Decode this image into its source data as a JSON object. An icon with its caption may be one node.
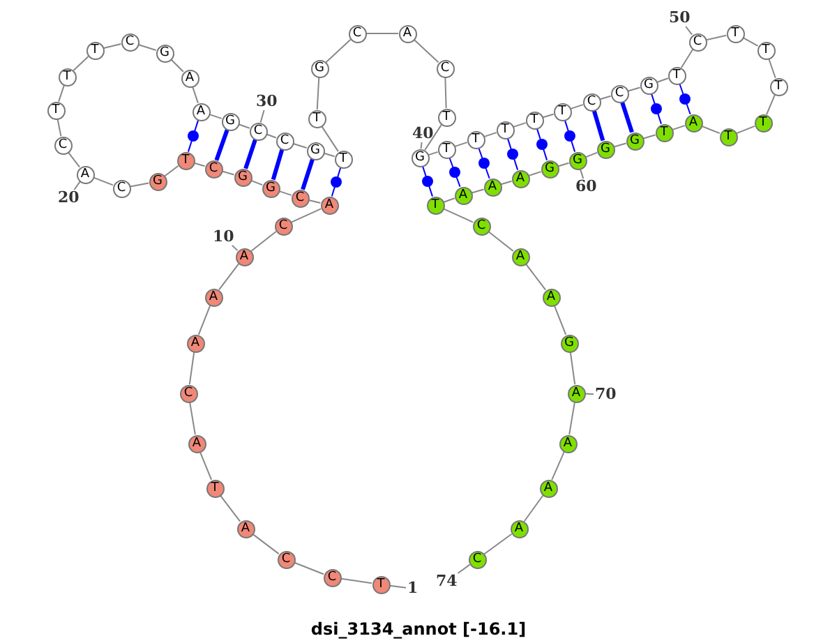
{
  "diagram": {
    "title": "dsi_3134_annot [-16.1]",
    "nodes": [
      {
        "text": [
          "T"
        ]
      },
      {
        "text": [
          "C"
        ]
      },
      {
        "text": [
          "C"
        ]
      },
      {
        "text": [
          "A"
        ]
      },
      {
        "text": [
          "T"
        ]
      },
      {
        "text": [
          "A"
        ]
      },
      {
        "text": [
          "C"
        ]
      },
      {
        "text": [
          "A"
        ]
      },
      {
        "text": [
          "A"
        ]
      },
      {
        "text": [
          "A"
        ]
      },
      {
        "text": [
          "C"
        ]
      },
      {
        "text": [
          "A"
        ]
      },
      {
        "text": [
          "C"
        ]
      },
      {
        "text": [
          "G"
        ]
      },
      {
        "text": [
          "G"
        ]
      },
      {
        "text": [
          "C"
        ]
      },
      {
        "text": [
          "T"
        ]
      },
      {
        "text": [
          "G"
        ]
      },
      {
        "text": [
          "C"
        ]
      },
      {
        "text": [
          "A"
        ]
      },
      {
        "text": [
          "C"
        ]
      },
      {
        "text": [
          "T"
        ]
      },
      {
        "text": [
          "T"
        ]
      },
      {
        "text": [
          "T"
        ]
      },
      {
        "text": [
          "C"
        ]
      },
      {
        "text": [
          "G"
        ]
      },
      {
        "text": [
          "A"
        ]
      },
      {
        "text": [
          "A"
        ]
      },
      {
        "text": [
          "G"
        ]
      },
      {
        "text": [
          "C"
        ]
      },
      {
        "text": [
          "C"
        ]
      },
      {
        "text": [
          "G"
        ]
      },
      {
        "text": [
          "T"
        ]
      },
      {
        "text": [
          "T"
        ]
      },
      {
        "text": [
          "G"
        ]
      },
      {
        "text": [
          "C"
        ]
      },
      {
        "text": [
          "A"
        ]
      },
      {
        "text": [
          "C"
        ]
      },
      {
        "text": [
          "T"
        ]
      },
      {
        "text": [
          "G"
        ]
      },
      {
        "text": [
          "T"
        ]
      },
      {
        "text": [
          "T"
        ]
      },
      {
        "text": [
          "T"
        ]
      },
      {
        "text": [
          "T"
        ]
      },
      {
        "text": [
          "T"
        ]
      },
      {
        "text": [
          "C"
        ]
      },
      {
        "text": [
          "C"
        ]
      },
      {
        "text": [
          "G"
        ]
      },
      {
        "text": [
          "T"
        ]
      },
      {
        "text": [
          "C"
        ]
      },
      {
        "text": [
          "T"
        ]
      },
      {
        "text": [
          "T"
        ]
      },
      {
        "text": [
          "T"
        ]
      },
      {
        "text": [
          "T"
        ]
      },
      {
        "text": [
          "T"
        ]
      },
      {
        "text": [
          "A"
        ]
      },
      {
        "text": [
          "T"
        ]
      },
      {
        "text": [
          "G"
        ]
      },
      {
        "text": [
          "G"
        ]
      },
      {
        "text": [
          "G"
        ]
      },
      {
        "text": [
          "G"
        ]
      },
      {
        "text": [
          "A"
        ]
      },
      {
        "text": [
          "A"
        ]
      },
      {
        "text": [
          "A"
        ]
      },
      {
        "text": [
          "T"
        ]
      },
      {
        "text": [
          "C"
        ]
      },
      {
        "text": [
          "A"
        ]
      },
      {
        "text": [
          "A"
        ]
      },
      {
        "text": [
          "G"
        ]
      },
      {
        "text": [
          "A"
        ]
      },
      {
        "text": [
          "A"
        ]
      },
      {
        "text": [
          "A"
        ]
      },
      {
        "text": [
          "A"
        ]
      },
      {
        "text": [
          "C"
        ]
      },
      {
        "text": [
          "1"
        ]
      },
      {
        "text": [
          "10"
        ]
      },
      {
        "text": [
          "20"
        ]
      },
      {
        "text": [
          "30"
        ]
      },
      {
        "text": [
          "40"
        ]
      },
      {
        "text": [
          "50"
        ]
      },
      {
        "text": [
          "60"
        ]
      },
      {
        "text": [
          "70"
        ]
      },
      {
        "text": [
          "74"
        ]
      }
    ],
    "edges": [
      {
        "from": 0,
        "to": 1,
        "arrow": "none"
      },
      {
        "from": 1,
        "to": 2,
        "arrow": "none"
      },
      {
        "from": 2,
        "to": 3,
        "arrow": "none"
      },
      {
        "from": 3,
        "to": 4,
        "arrow": "none"
      },
      {
        "from": 4,
        "to": 5,
        "arrow": "none"
      },
      {
        "from": 5,
        "to": 6,
        "arrow": "none"
      },
      {
        "from": 6,
        "to": 7,
        "arrow": "none"
      },
      {
        "from": 7,
        "to": 8,
        "arrow": "none"
      },
      {
        "from": 8,
        "to": 9,
        "arrow": "none"
      },
      {
        "from": 9,
        "to": 10,
        "arrow": "none"
      },
      {
        "from": 10,
        "to": 11,
        "arrow": "none"
      },
      {
        "from": 11,
        "to": 12,
        "arrow": "none"
      },
      {
        "from": 12,
        "to": 13,
        "arrow": "none"
      },
      {
        "from": 13,
        "to": 14,
        "arrow": "none"
      },
      {
        "from": 14,
        "to": 15,
        "arrow": "none"
      },
      {
        "from": 15,
        "to": 16,
        "arrow": "none"
      },
      {
        "from": 16,
        "to": 17,
        "arrow": "none"
      },
      {
        "from": 17,
        "to": 18,
        "arrow": "none"
      },
      {
        "from": 18,
        "to": 19,
        "arrow": "none"
      },
      {
        "from": 19,
        "to": 20,
        "arrow": "none"
      },
      {
        "from": 20,
        "to": 21,
        "arrow": "none"
      },
      {
        "from": 21,
        "to": 22,
        "arrow": "none"
      },
      {
        "from": 22,
        "to": 23,
        "arrow": "none"
      },
      {
        "from": 23,
        "to": 24,
        "arrow": "none"
      },
      {
        "from": 24,
        "to": 25,
        "arrow": "none"
      },
      {
        "from": 25,
        "to": 26,
        "arrow": "none"
      },
      {
        "from": 26,
        "to": 27,
        "arrow": "none"
      },
      {
        "from": 27,
        "to": 28,
        "arrow": "none"
      },
      {
        "from": 28,
        "to": 29,
        "arrow": "none"
      },
      {
        "from": 29,
        "to": 30,
        "arrow": "none"
      },
      {
        "from": 30,
        "to": 31,
        "arrow": "none"
      },
      {
        "from": 31,
        "to": 32,
        "arrow": "none"
      },
      {
        "from": 32,
        "to": 33,
        "arrow": "none"
      },
      {
        "from": 33,
        "to": 34,
        "arrow": "none"
      },
      {
        "from": 34,
        "to": 35,
        "arrow": "none"
      },
      {
        "from": 35,
        "to": 36,
        "arrow": "none"
      },
      {
        "from": 36,
        "to": 37,
        "arrow": "none"
      },
      {
        "from": 37,
        "to": 38,
        "arrow": "none"
      },
      {
        "from": 38,
        "to": 39,
        "arrow": "none"
      },
      {
        "from": 39,
        "to": 40,
        "arrow": "none"
      },
      {
        "from": 40,
        "to": 41,
        "arrow": "none"
      },
      {
        "from": 41,
        "to": 42,
        "arrow": "none"
      },
      {
        "from": 42,
        "to": 43,
        "arrow": "none"
      },
      {
        "from": 43,
        "to": 44,
        "arrow": "none"
      },
      {
        "from": 44,
        "to": 45,
        "arrow": "none"
      },
      {
        "from": 45,
        "to": 46,
        "arrow": "none"
      },
      {
        "from": 46,
        "to": 47,
        "arrow": "none"
      },
      {
        "from": 47,
        "to": 48,
        "arrow": "none"
      },
      {
        "from": 48,
        "to": 49,
        "arrow": "none"
      },
      {
        "from": 49,
        "to": 50,
        "arrow": "none"
      },
      {
        "from": 50,
        "to": 51,
        "arrow": "none"
      },
      {
        "from": 51,
        "to": 52,
        "arrow": "none"
      },
      {
        "from": 52,
        "to": 53,
        "arrow": "none"
      },
      {
        "from": 53,
        "to": 54,
        "arrow": "none"
      },
      {
        "from": 54,
        "to": 55,
        "arrow": "none"
      },
      {
        "from": 55,
        "to": 56,
        "arrow": "none"
      },
      {
        "from": 56,
        "to": 57,
        "arrow": "none"
      },
      {
        "from": 57,
        "to": 58,
        "arrow": "none"
      },
      {
        "from": 58,
        "to": 59,
        "arrow": "none"
      },
      {
        "from": 59,
        "to": 60,
        "arrow": "none"
      },
      {
        "from": 60,
        "to": 61,
        "arrow": "none"
      },
      {
        "from": 61,
        "to": 62,
        "arrow": "none"
      },
      {
        "from": 62,
        "to": 63,
        "arrow": "none"
      },
      {
        "from": 63,
        "to": 64,
        "arrow": "none"
      },
      {
        "from": 64,
        "to": 65,
        "arrow": "none"
      },
      {
        "from": 65,
        "to": 66,
        "arrow": "none"
      },
      {
        "from": 66,
        "to": 67,
        "arrow": "none"
      },
      {
        "from": 67,
        "to": 68,
        "arrow": "none"
      },
      {
        "from": 68,
        "to": 69,
        "arrow": "none"
      },
      {
        "from": 69,
        "to": 70,
        "arrow": "none"
      },
      {
        "from": 70,
        "to": 71,
        "arrow": "none"
      },
      {
        "from": 71,
        "to": 72,
        "arrow": "none"
      },
      {
        "from": 72,
        "to": 73,
        "arrow": "none"
      },
      {
        "from": 16,
        "to": 27,
        "arrow": "none",
        "color": "#0000ff"
      },
      {
        "from": 15,
        "to": 28,
        "arrow": "none",
        "style": "thick",
        "color": "#0000ff"
      },
      {
        "from": 14,
        "to": 29,
        "arrow": "none",
        "style": "thick",
        "color": "#0000ff"
      },
      {
        "from": 13,
        "to": 30,
        "arrow": "none",
        "style": "thick",
        "color": "#0000ff"
      },
      {
        "from": 12,
        "to": 31,
        "arrow": "none",
        "style": "thick",
        "color": "#0000ff"
      },
      {
        "from": 11,
        "to": 32,
        "arrow": "none",
        "color": "#0000ff"
      },
      {
        "from": 39,
        "to": 64,
        "arrow": "none",
        "color": "#0000ff"
      },
      {
        "from": 40,
        "to": 63,
        "arrow": "none",
        "color": "#0000ff"
      },
      {
        "from": 41,
        "to": 62,
        "arrow": "none",
        "color": "#0000ff"
      },
      {
        "from": 42,
        "to": 61,
        "arrow": "none",
        "color": "#0000ff"
      },
      {
        "from": 43,
        "to": 60,
        "arrow": "none",
        "color": "#0000ff"
      },
      {
        "from": 44,
        "to": 59,
        "arrow": "none",
        "color": "#0000ff"
      },
      {
        "from": 45,
        "to": 58,
        "arrow": "none",
        "style": "thick",
        "color": "#0000ff"
      },
      {
        "from": 46,
        "to": 57,
        "arrow": "none",
        "style": "thick",
        "color": "#0000ff"
      },
      {
        "from": 47,
        "to": 56,
        "arrow": "none",
        "color": "#0000ff"
      },
      {
        "from": 48,
        "to": 55,
        "arrow": "none",
        "color": "#0000ff"
      },
      {
        "from": 74,
        "to": 0,
        "arrow": "none"
      },
      {
        "from": 75,
        "to": 9,
        "arrow": "none"
      },
      {
        "from": 76,
        "to": 19,
        "arrow": "none"
      },
      {
        "from": 77,
        "to": 29,
        "arrow": "none"
      },
      {
        "from": 78,
        "to": 39,
        "arrow": "none"
      },
      {
        "from": 79,
        "to": 49,
        "arrow": "none"
      },
      {
        "from": 80,
        "to": 59,
        "arrow": "none"
      },
      {
        "from": 81,
        "to": 69,
        "arrow": "none"
      },
      {
        "from": 82,
        "to": 73,
        "arrow": "none"
      }
    ]
  }
}
